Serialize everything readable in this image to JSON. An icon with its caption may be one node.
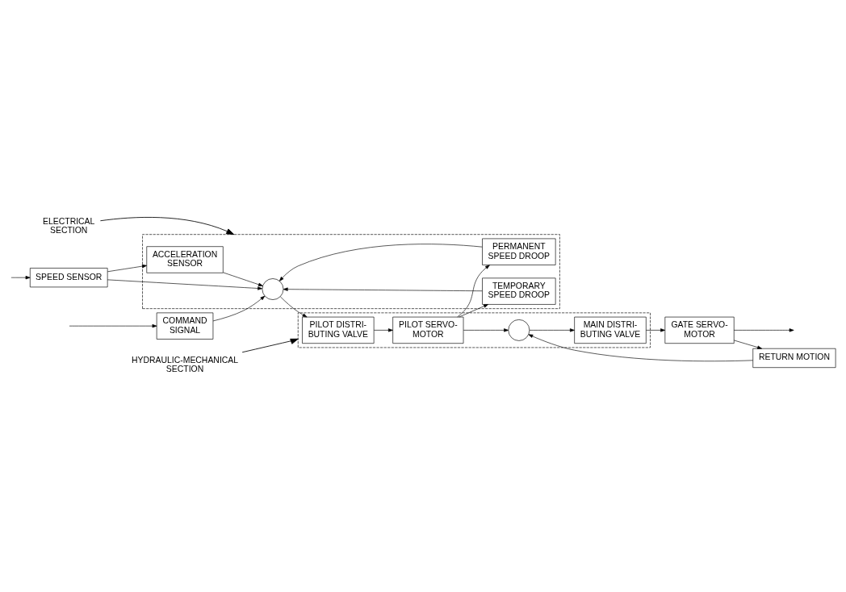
{
  "diagram": {
    "nodes": [
      {
        "text": [
          "ELECTRICAL SECTION"
        ]
      },
      {
        "text": [
          "HYDRAULIC-MECHANICAL SECTION"
        ]
      },
      {
        "text": [
          "COMMAND SIGNAL"
        ]
      },
      {
        "text": [],
        "shape": "box"
      },
      {
        "text": [],
        "shape": "circle",
        "in": 3
      },
      {
        "text": [],
        "shape": "box"
      },
      {
        "text": [
          "PILOT DISTRI- BUTING VALVE"
        ],
        "in": 5
      },
      {
        "text": [
          "PILOT SERVO- MOTOR"
        ],
        "in": 5
      },
      {
        "text": [],
        "shape": "circle",
        "in": 5
      },
      {
        "text": [
          "MAIN DISTRI- BUTING VALVE"
        ],
        "in": 5
      },
      {
        "text": [
          "GATE SERVO- MOTOR"
        ]
      },
      {
        "text": [
          "RETURN MOTION"
        ]
      },
      {
        "text": [
          "TEMPORARY SPEED DROOP"
        ],
        "in": 3
      },
      {
        "text": [
          "PERMANENT SPEED DROOP"
        ],
        "in": 3
      },
      {
        "text": [
          "ACCELERATION SENSOR"
        ],
        "in": 3
      },
      {
        "text": [
          "SPEED SENSOR"
        ]
      }
    ],
    "edges": [
      {
        "from": 0,
        "to": 3,
        "arrow": "to"
      },
      {
        "from": 1,
        "to": 5,
        "arrow": "to"
      },
      {
        "from": null,
        "to": 2,
        "arrow": "to"
      },
      {
        "from": 2,
        "to": 4,
        "arrow": "to"
      },
      {
        "from": 4,
        "to": 6,
        "arrow": "to"
      },
      {
        "from": 6,
        "to": 7,
        "arrow": "to"
      },
      {
        "from": 7,
        "to": 8,
        "arrow": "to"
      },
      {
        "from": 8,
        "to": 9,
        "arrow": "to"
      },
      {
        "from": 9,
        "to": 10,
        "arrow": "to"
      },
      {
        "from": 10,
        "to": null,
        "arrow": "to"
      },
      {
        "from": 10,
        "to": 11,
        "arrow": "to"
      },
      {
        "from": 11,
        "to": 8,
        "arrow": "to"
      },
      {
        "from": 7,
        "to": 12,
        "arrow": "to"
      },
      {
        "from": 7,
        "to": 13,
        "arrow": "to"
      },
      {
        "from": 12,
        "to": 4,
        "arrow": "to"
      },
      {
        "from": 13,
        "to": 4,
        "arrow": "to"
      },
      {
        "from": null,
        "to": 15,
        "arrow": "to"
      },
      {
        "from": 15,
        "to": 4,
        "arrow": "to"
      },
      {
        "from": 15,
        "to": 14,
        "arrow": "to"
      },
      {
        "from": 14,
        "to": 4,
        "arrow": "to"
      }
    ]
  }
}
